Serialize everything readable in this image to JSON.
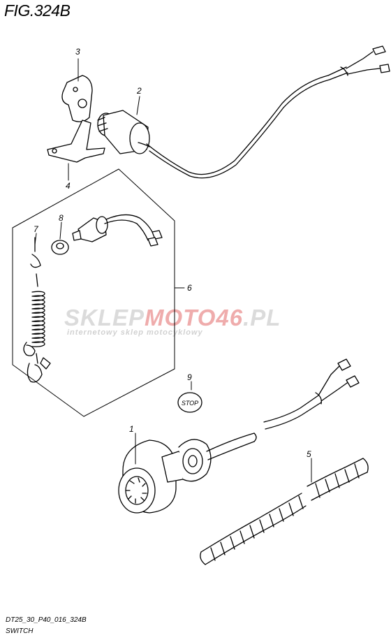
{
  "figure": {
    "title": "FIG.324B"
  },
  "watermark": {
    "brand_prefix": "SKLEP",
    "brand_highlight": "MOTO46",
    "brand_suffix": ".PL",
    "tagline": "internetowy sklep motocyklowy"
  },
  "stop_button": {
    "label": "STOP"
  },
  "callouts": [
    {
      "number": "1"
    },
    {
      "number": "2"
    },
    {
      "number": "3"
    },
    {
      "number": "4"
    },
    {
      "number": "5"
    },
    {
      "number": "6"
    },
    {
      "number": "7"
    },
    {
      "number": "8"
    },
    {
      "number": "9"
    }
  ],
  "footer": {
    "code": "DT25_30_P40_016_324B",
    "caption": "SWITCH"
  }
}
